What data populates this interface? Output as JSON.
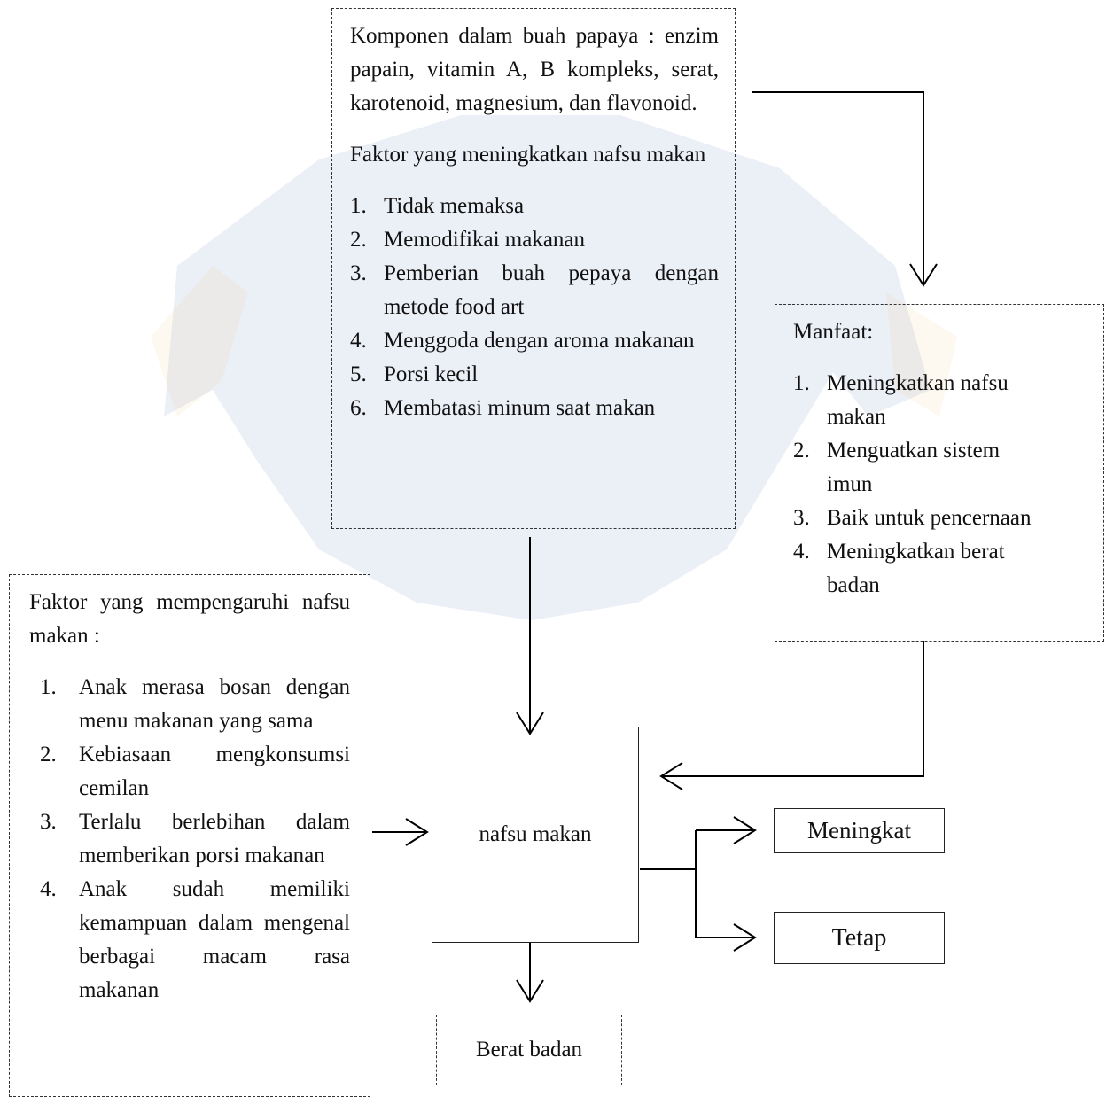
{
  "komponen_box": {
    "text": "Komponen dalam buah papaya : enzim papain, vitamin A, B kompleks, serat, karotenoid, magnesium, dan flavonoid.",
    "faktor_title": "Faktor yang meningkatkan nafsu makan",
    "items": [
      {
        "num": "1.",
        "label": "Tidak memaksa"
      },
      {
        "num": "2.",
        "label": "Memodifikai makanan"
      },
      {
        "num": "3.",
        "label": "Pemberian buah pepaya dengan metode food art"
      },
      {
        "num": "4.",
        "label": "Menggoda dengan aroma makanan"
      },
      {
        "num": "5.",
        "label": "Porsi kecil"
      },
      {
        "num": "6.",
        "label": "Membatasi minum saat makan"
      }
    ]
  },
  "manfaat_box": {
    "title": "Manfaat:",
    "items": [
      {
        "num": "1.",
        "label": "Meningkatkan nafsu makan"
      },
      {
        "num": "2.",
        "label": "Menguatkan sistem imun"
      },
      {
        "num": "3.",
        "label": "Baik untuk pencernaan"
      },
      {
        "num": "4.",
        "label": "Meningkatkan berat badan"
      }
    ]
  },
  "pengaruh_box": {
    "title": "Faktor yang mempengaruhi nafsu makan :",
    "items": [
      {
        "num": "1.",
        "label": "Anak merasa bosan dengan menu makanan yang sama"
      },
      {
        "num": "2.",
        "label": "Kebiasaan mengkonsumsi cemilan"
      },
      {
        "num": "3.",
        "label": "Terlalu berlebihan dalam memberikan porsi makanan"
      },
      {
        "num": "4.",
        "label": "Anak sudah memiliki kemampuan dalam mengenal berbagai macam rasa makanan"
      }
    ]
  },
  "center_box": {
    "label": "nafsu makan"
  },
  "meningkat_box": {
    "label": "Meningkat"
  },
  "tetap_box": {
    "label": "Tetap"
  },
  "berat_box": {
    "label": "Berat badan"
  }
}
